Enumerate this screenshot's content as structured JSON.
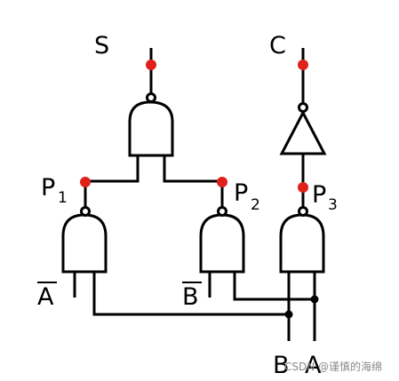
{
  "labels": {
    "output_s": "S",
    "output_c": "C",
    "p1": "P",
    "p1_sub": "1",
    "p2": "P",
    "p2_sub": "2",
    "p3": "P",
    "p3_sub": "3",
    "a_bar": "A",
    "b_bar": "B",
    "input_b": "B",
    "input_a": "A"
  },
  "watermark": "CSDN @谨慎的海绵",
  "colors": {
    "wire": "#000000",
    "probe": "#e0201b",
    "background": "#ffffff"
  }
}
